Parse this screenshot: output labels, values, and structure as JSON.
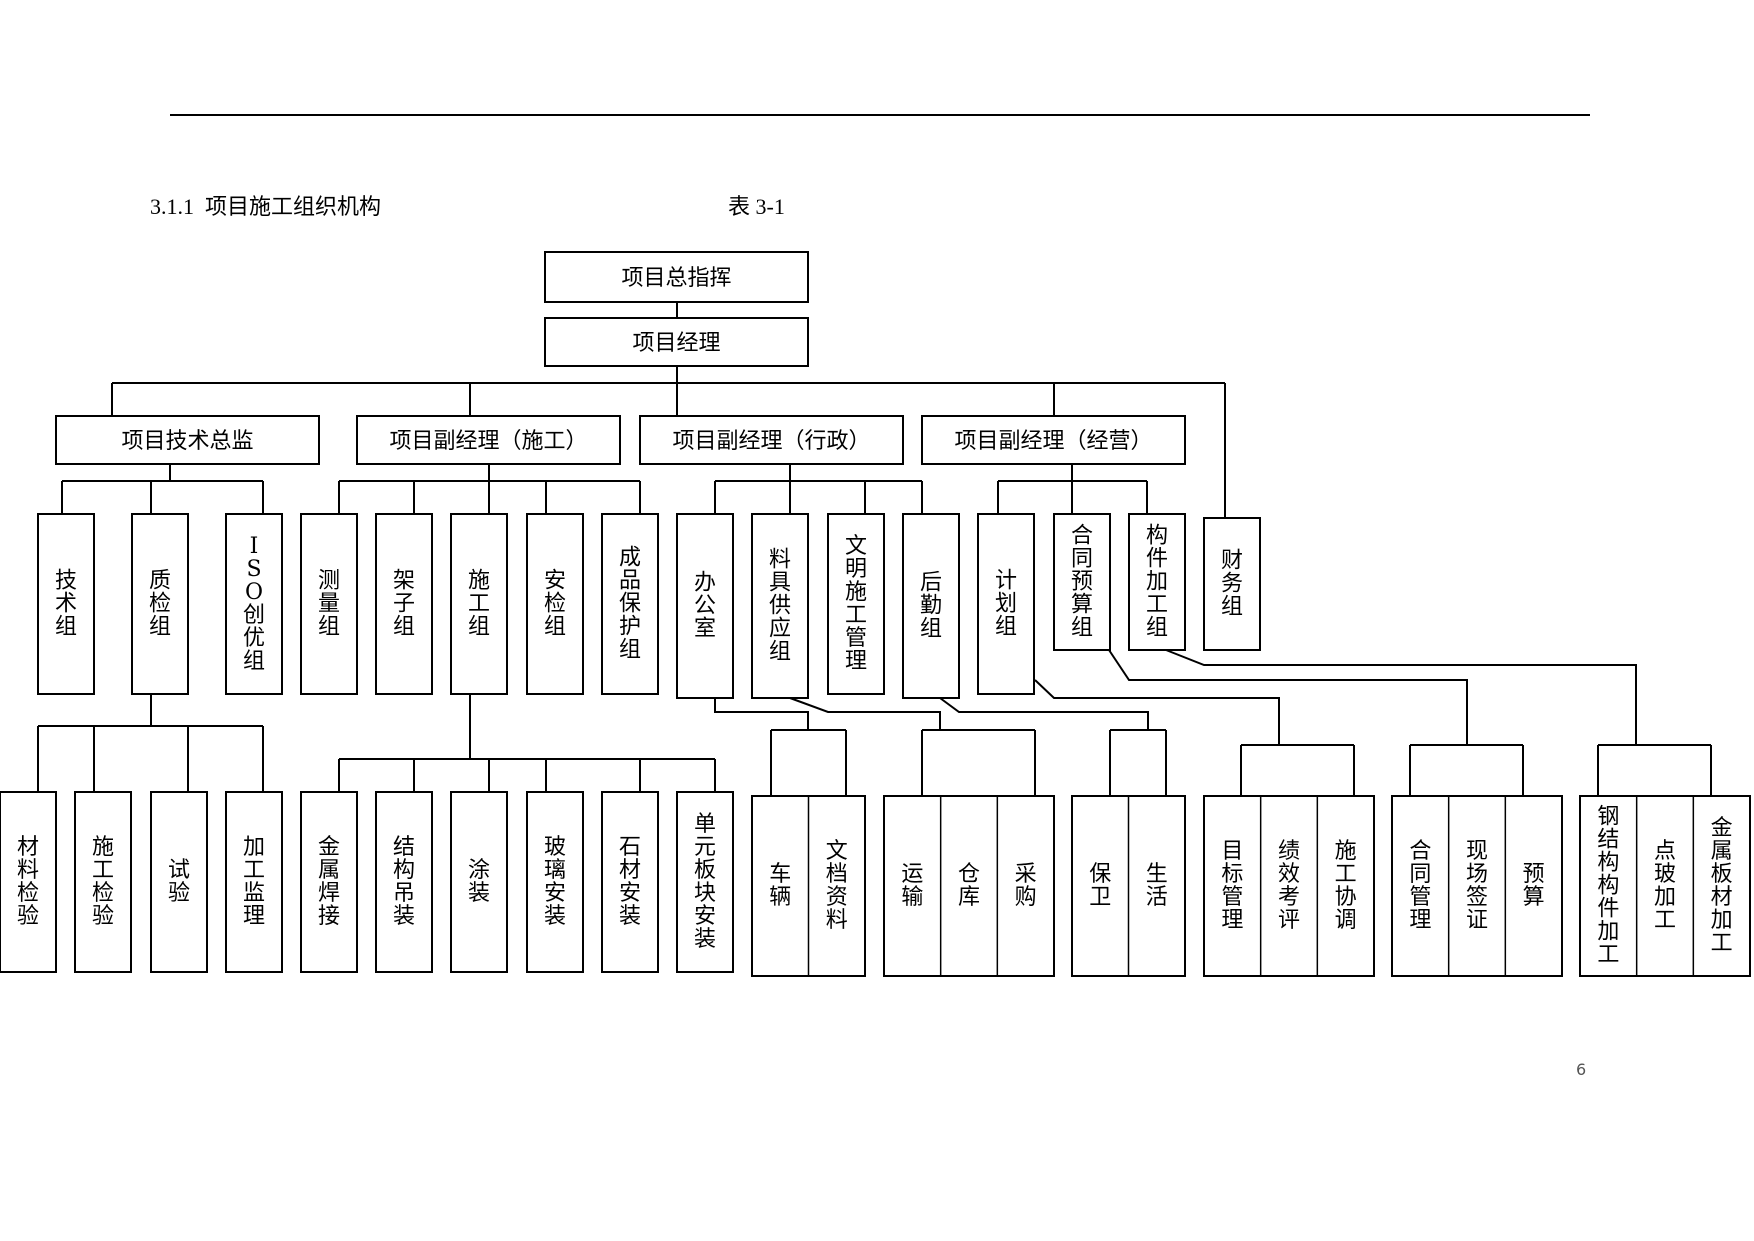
{
  "header": {
    "section_title": "3.1.1  项目施工组织机构",
    "table_label": "表 3-1"
  },
  "page_number": "6",
  "org": {
    "level1": [
      "项目总指挥",
      "项目经理"
    ],
    "managers": [
      "项目技术总监",
      "项目副经理（施工）",
      "项目副经理（行政）",
      "项目副经理（经营）"
    ],
    "groups": {
      "technical": [
        "技术组",
        "质检组",
        "ISO创优组"
      ],
      "construction": [
        "测量组",
        "架子组",
        "施工组",
        "安检组",
        "成品保护组"
      ],
      "admin": [
        "办公室",
        "料具供应组",
        "文明施工管理",
        "后勤组"
      ],
      "business": [
        "计划组",
        "合同预算组",
        "构件加工组"
      ],
      "finance": "财务组"
    },
    "qc_teams": [
      "材料检验",
      "施工检验",
      "试验",
      "加工监理"
    ],
    "construction_teams": [
      "金属焊接",
      "结构吊装",
      "涂装",
      "玻璃安装",
      "石材安装",
      "单元板块安装"
    ],
    "office_teams": [
      "车辆",
      "文档资料"
    ],
    "supply_teams": [
      "运输",
      "仓库",
      "采购"
    ],
    "logistics_teams": [
      "保卫",
      "生活"
    ],
    "plan_teams": [
      "目标管理",
      "绩效考评",
      "施工协调"
    ],
    "contract_teams": [
      "合同管理",
      "现场签证",
      "预算"
    ],
    "fabrication_teams": [
      "钢结构构件加工",
      "点玻加工",
      "金属板材加工"
    ]
  }
}
